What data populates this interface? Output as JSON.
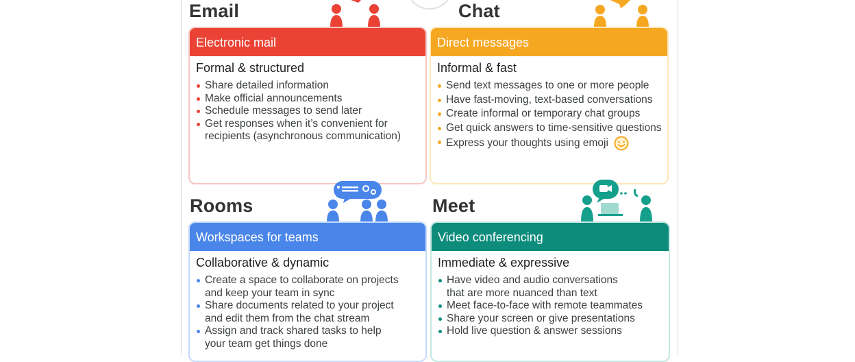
{
  "email": {
    "heading": "Email",
    "band": "Electronic mail",
    "subtitle": "Formal & structured",
    "points": [
      "Share detailed information",
      "Make official announcements",
      "Schedule messages to send later",
      "Get responses when it’s convenient for recipients (asynchronous communication)"
    ]
  },
  "chat": {
    "heading": "Chat",
    "band": "Direct messages",
    "subtitle": "Informal & fast",
    "points": [
      "Send text messages to one or more people",
      "Have fast-moving, text-based conversations",
      "Create informal or temporary chat groups",
      "Get quick answers to time-sensitive questions",
      "Express your thoughts using emoji"
    ]
  },
  "rooms": {
    "heading": "Rooms",
    "band": "Workspaces for teams",
    "subtitle": "Collaborative & dynamic",
    "points": [
      "Create a space to collaborate on projects and keep your team in sync",
      "Share documents related to your project and edit them from the chat stream",
      "Assign and track shared tasks to help your team get things done"
    ]
  },
  "meet": {
    "heading": "Meet",
    "band": "Video conferencing",
    "subtitle": "Immediate & expressive",
    "points": [
      "Have video and audio conversations that are more nuanced than text",
      "Meet face-to-face with remote teammates",
      "Share your screen or give presentations",
      "Hold live question & answer sessions"
    ]
  },
  "icons": {
    "email": "people-email-icon",
    "chat": "people-chat-icon",
    "rooms": "group-room-icon",
    "meet": "video-call-icon",
    "emoji": "smiley-emoji-icon"
  },
  "colors": {
    "email": "#ea4335",
    "chat": "#f6a722",
    "rooms": "#4a86ea",
    "meet": "#0d8c7c"
  }
}
